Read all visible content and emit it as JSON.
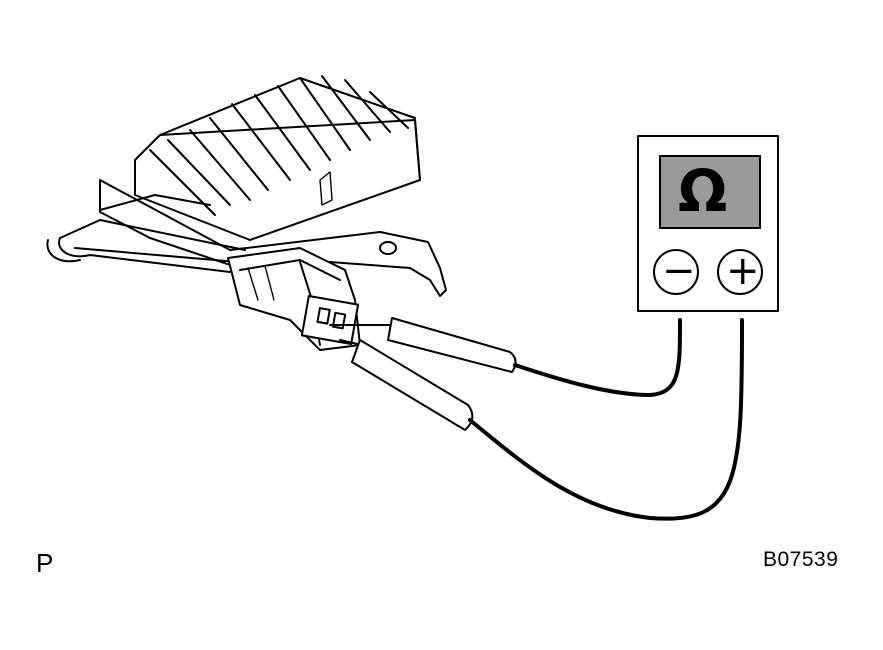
{
  "diagram": {
    "label_left": "P",
    "label_right": "B07539",
    "meter": {
      "display_symbol": "Ω",
      "negative_symbol": "−",
      "positive_symbol": "+"
    }
  }
}
